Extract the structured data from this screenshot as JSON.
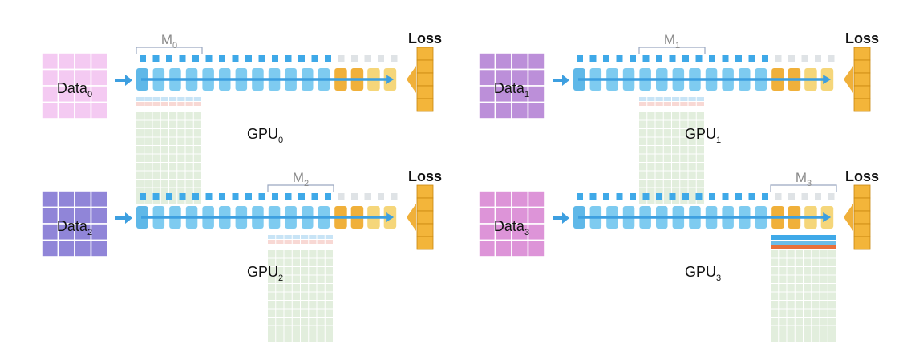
{
  "colors": {
    "layer": "#7ecbf0",
    "layer_dark": "#5fb8e8",
    "dot": "#3fa9e8",
    "dot_faint": "#dfe3e6",
    "arrow": "#3d9fe0",
    "head_orange": "#f0b03a",
    "head_light": "#f5d67a",
    "loss_block": "#f3b53a",
    "loss_border": "#c9870e",
    "mem_grid": "#e2eedd",
    "mem_top_blue": "#c8e4f6",
    "mem_top_red": "#f8d8d4",
    "mem_line_blue": "#3fa9e8",
    "mem_line_red": "#e8703a"
  },
  "panels": [
    {
      "id": "gpu0",
      "data_label": "Data",
      "data_sub": "0",
      "data_color": "#f4c8f2",
      "model_label": "M",
      "model_sub": "0",
      "gpu_label": "GPU",
      "gpu_sub": "0",
      "loss_label": "Loss",
      "shard_index": 0,
      "shard_style": "faint"
    },
    {
      "id": "gpu1",
      "data_label": "Data",
      "data_sub": "1",
      "data_color": "#b98ad8",
      "model_label": "M",
      "model_sub": "1",
      "gpu_label": "GPU",
      "gpu_sub": "1",
      "loss_label": "Loss",
      "shard_index": 1,
      "shard_style": "faint"
    },
    {
      "id": "gpu2",
      "data_label": "Data",
      "data_sub": "2",
      "data_color": "#8b7fd6",
      "model_label": "M",
      "model_sub": "2",
      "gpu_label": "GPU",
      "gpu_sub": "2",
      "loss_label": "Loss",
      "shard_index": 2,
      "shard_style": "faint"
    },
    {
      "id": "gpu3",
      "data_label": "Data",
      "data_sub": "3",
      "data_color": "#dc8fd6",
      "model_label": "M",
      "model_sub": "3",
      "gpu_label": "GPU",
      "gpu_sub": "3",
      "loss_label": "Loss",
      "shard_index": 3,
      "shard_style": "bold"
    }
  ]
}
